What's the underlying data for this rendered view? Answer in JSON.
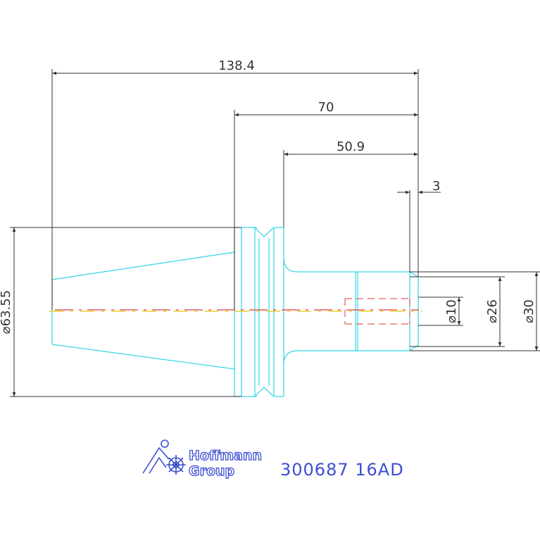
{
  "dimensions": {
    "overall_length": "138.4",
    "shank_length": "70",
    "body_length": "50.9",
    "end_length": "3",
    "flange_diameter": "⌀63.55",
    "bore_diameter": "⌀10",
    "inner_diameter": "⌀26",
    "outer_diameter": "⌀30"
  },
  "title_block": {
    "brand_line1": "Hoffmann",
    "brand_line2": "Group",
    "part_number": "300687 16AD"
  },
  "colors": {
    "dimension": "#333333",
    "part_outline": "#33d6e6",
    "hidden_line": "#e23b3b",
    "center_line": "#e8c800",
    "brand": "#3c4fd0"
  },
  "icons": {
    "logo": "hoffmann-group-logo-icon"
  }
}
